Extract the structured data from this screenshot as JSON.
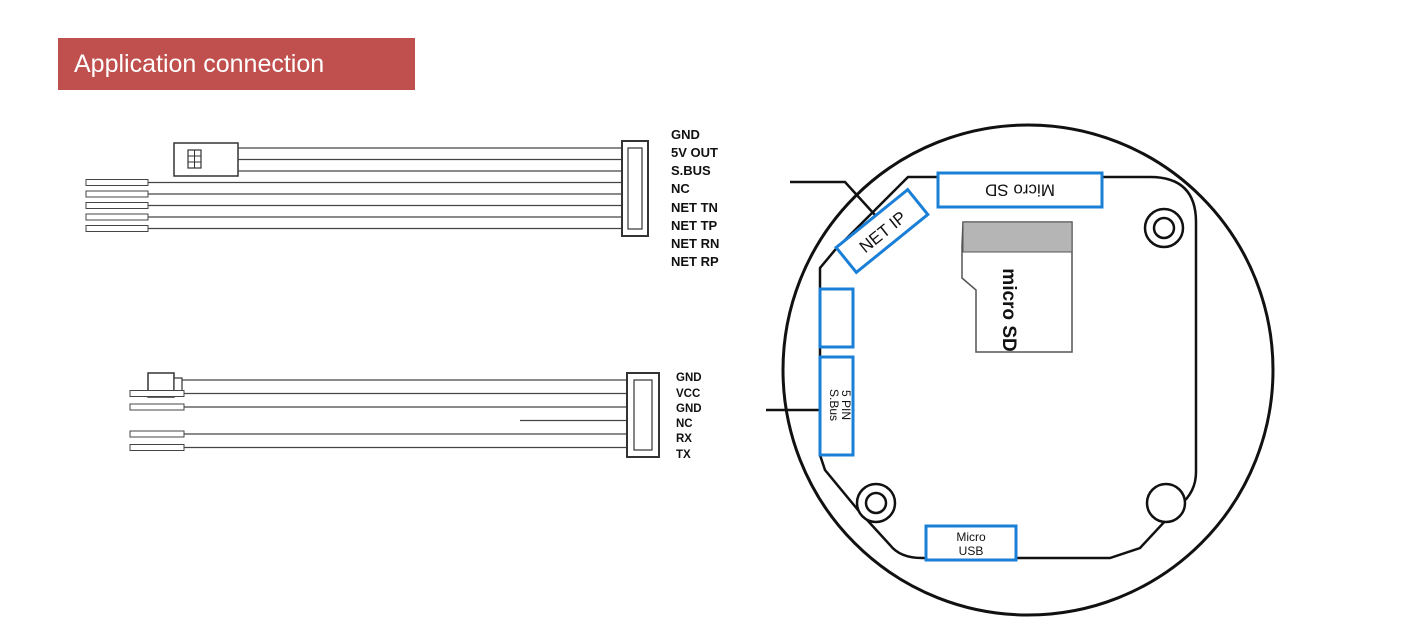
{
  "header": {
    "title": "Application connection"
  },
  "colors": {
    "banner": "#c0504d",
    "port_outline": "#1a7fd6",
    "line": "#333333"
  },
  "cable_1": {
    "pins": [
      "GND",
      "5V OUT",
      "S.BUS",
      "NC",
      "NET TN",
      "NET TP",
      "NET RN",
      "NET RP"
    ]
  },
  "cable_2": {
    "pins": [
      "GND",
      "VCC",
      "GND",
      "NC",
      "RX",
      "TX"
    ]
  },
  "board": {
    "ports": {
      "net_ip": "NET IP",
      "micro_sd": "Micro SD",
      "pin5_line1": "5 PIN",
      "pin5_line2": "S.Bus",
      "usb_line1": "Micro",
      "usb_line2": "USB"
    },
    "card_logo_text": "micro SD"
  }
}
